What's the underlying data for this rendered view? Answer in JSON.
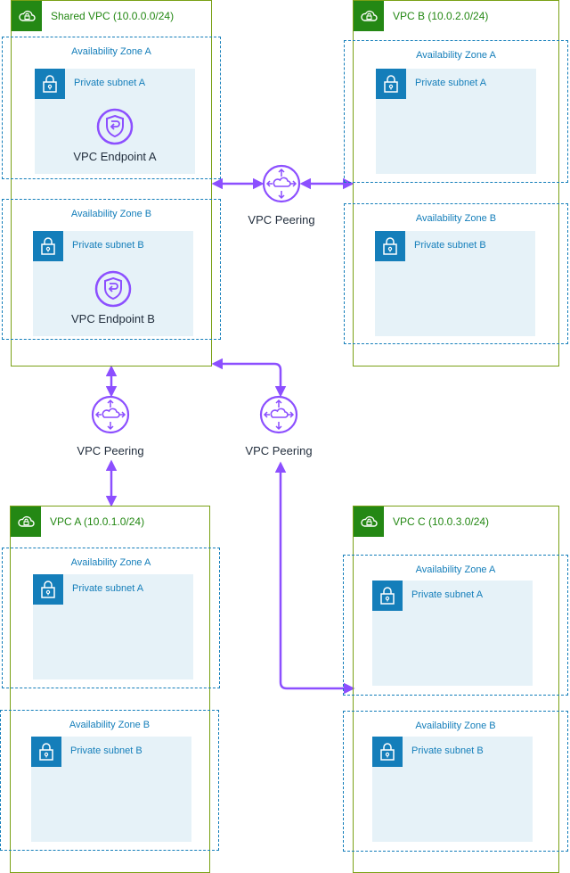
{
  "vpcs": {
    "shared": {
      "title": "Shared VPC (10.0.0.0/24)",
      "az_a": "Availability Zone A",
      "subnet_a": "Private subnet A",
      "endpoint_a": "VPC Endpoint A",
      "az_b": "Availability Zone B",
      "subnet_b": "Private subnet B",
      "endpoint_b": "VPC Endpoint B"
    },
    "b": {
      "title": "VPC B (10.0.2.0/24)",
      "az_a": "Availability Zone A",
      "subnet_a": "Private subnet A",
      "az_b": "Availability Zone B",
      "subnet_b": "Private subnet B"
    },
    "a": {
      "title": "VPC A (10.0.1.0/24)",
      "az_a": "Availability Zone A",
      "subnet_a": "Private subnet A",
      "az_b": "Availability Zone B",
      "subnet_b": "Private subnet B"
    },
    "c": {
      "title": "VPC C (10.0.3.0/24)",
      "az_a": "Availability Zone A",
      "subnet_a": "Private subnet A",
      "az_b": "Availability Zone B",
      "subnet_b": "Private subnet B"
    }
  },
  "peerings": {
    "shared_b": "VPC Peering",
    "shared_a": "VPC Peering",
    "shared_c": "VPC Peering"
  },
  "colors": {
    "vpc": "#248814",
    "vpc_border": "#7aa116",
    "az": "#147eba",
    "subnet_bg": "#e6f2f8",
    "peering": "#8c4fff"
  },
  "icons": {
    "vpc": "vpc-cloud-lock-icon",
    "subnet": "subnet-lock-icon",
    "endpoint": "vpc-endpoint-shield-icon",
    "peering": "vpc-peering-icon"
  }
}
